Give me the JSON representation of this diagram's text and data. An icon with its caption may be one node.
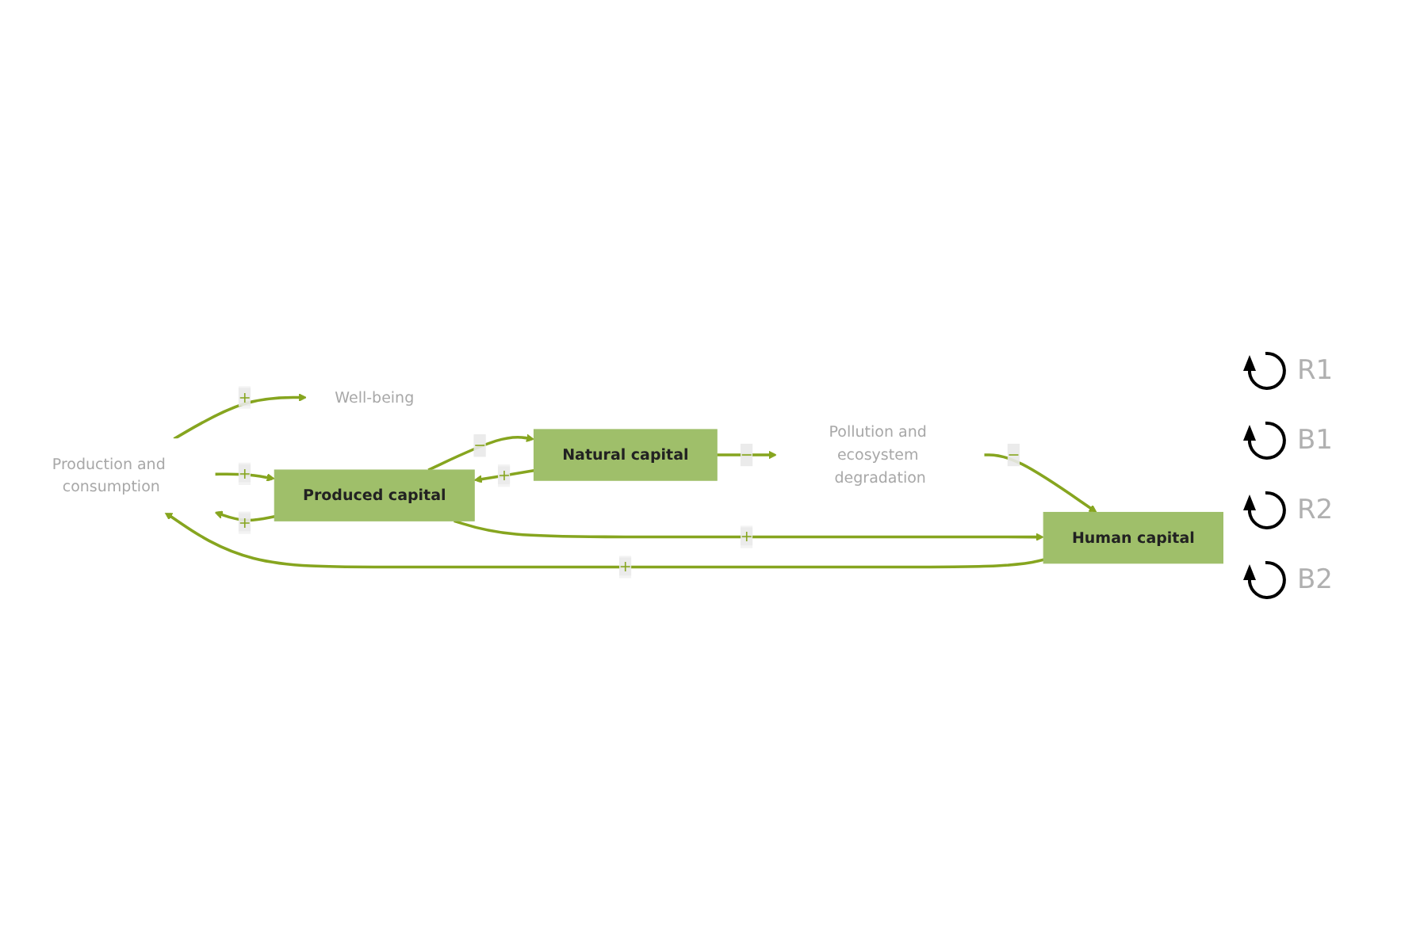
{
  "diagram": {
    "nodes": [
      {
        "text": [
          "Well-being"
        ]
      },
      {
        "text": [
          "Production and consumption"
        ]
      },
      {
        "text": [
          "Produced capital"
        ]
      },
      {
        "text": [
          "Natural capital"
        ]
      },
      {
        "text": [
          "Pollution and ecosystem degradation"
        ]
      },
      {
        "text": [
          "Human capital"
        ]
      }
    ],
    "edges": [
      {
        "from": 1,
        "to": 0,
        "arrow": "to",
        "label": "+"
      },
      {
        "from": 1,
        "to": 2,
        "arrow": "to",
        "label": "+"
      },
      {
        "from": 2,
        "to": 3,
        "arrow": "to",
        "label": "−"
      },
      {
        "from": 2,
        "to": 1,
        "arrow": "to",
        "label": "+"
      },
      {
        "from": 3,
        "to": 2,
        "arrow": "to",
        "label": "+"
      },
      {
        "from": 3,
        "to": 4,
        "arrow": "to",
        "label": "−"
      },
      {
        "from": 4,
        "to": 5,
        "arrow": "to",
        "label": "−"
      },
      {
        "from": 5,
        "to": 1,
        "arrow": "to",
        "label": "+"
      },
      {
        "from": 2,
        "to": 5,
        "arrow": "to",
        "label": "+"
      }
    ],
    "labels": [
      "R1",
      "B1",
      "R2",
      "B2"
    ]
  }
}
